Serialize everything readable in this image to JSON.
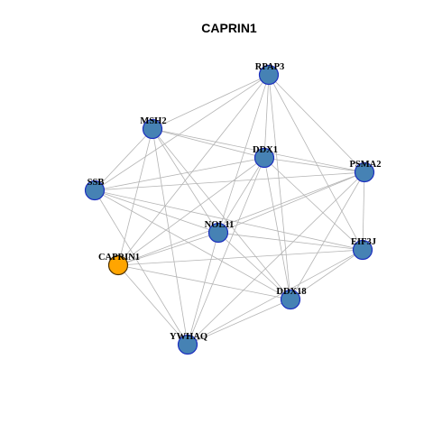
{
  "title": "CAPRIN1",
  "colors": {
    "node_fill": "#4682B4",
    "node_stroke": "#1C2FBF",
    "focus_fill": "#FFA500",
    "focus_stroke": "#4D3200",
    "edge": "#B4B4B4"
  },
  "nodes": [
    {
      "id": "RPAP3",
      "label": "RPAP3",
      "focus": false
    },
    {
      "id": "MSH2",
      "label": "MSH2",
      "focus": false
    },
    {
      "id": "DDX1",
      "label": "DDX1",
      "focus": false
    },
    {
      "id": "PSMA2",
      "label": "PSMA2",
      "focus": false
    },
    {
      "id": "SSB",
      "label": "SSB",
      "focus": false
    },
    {
      "id": "NOL11",
      "label": "NOL11",
      "focus": false
    },
    {
      "id": "EIF3J",
      "label": "EIF3J",
      "focus": false
    },
    {
      "id": "CAPRIN1",
      "label": "CAPRIN1",
      "focus": true
    },
    {
      "id": "DDX18",
      "label": "DDX18",
      "focus": false
    },
    {
      "id": "YWHAQ",
      "label": "YWHAQ",
      "focus": false
    }
  ],
  "edges": [
    [
      "RPAP3",
      "MSH2"
    ],
    [
      "RPAP3",
      "SSB"
    ],
    [
      "RPAP3",
      "DDX1"
    ],
    [
      "RPAP3",
      "PSMA2"
    ],
    [
      "RPAP3",
      "NOL11"
    ],
    [
      "RPAP3",
      "EIF3J"
    ],
    [
      "RPAP3",
      "DDX18"
    ],
    [
      "RPAP3",
      "CAPRIN1"
    ],
    [
      "MSH2",
      "DDX1"
    ],
    [
      "MSH2",
      "SSB"
    ],
    [
      "MSH2",
      "NOL11"
    ],
    [
      "MSH2",
      "DDX18"
    ],
    [
      "MSH2",
      "YWHAQ"
    ],
    [
      "MSH2",
      "CAPRIN1"
    ],
    [
      "MSH2",
      "PSMA2"
    ],
    [
      "DDX1",
      "PSMA2"
    ],
    [
      "DDX1",
      "SSB"
    ],
    [
      "DDX1",
      "NOL11"
    ],
    [
      "DDX1",
      "EIF3J"
    ],
    [
      "DDX1",
      "DDX18"
    ],
    [
      "DDX1",
      "YWHAQ"
    ],
    [
      "DDX1",
      "CAPRIN1"
    ],
    [
      "PSMA2",
      "SSB"
    ],
    [
      "PSMA2",
      "NOL11"
    ],
    [
      "PSMA2",
      "EIF3J"
    ],
    [
      "PSMA2",
      "DDX18"
    ],
    [
      "PSMA2",
      "YWHAQ"
    ],
    [
      "PSMA2",
      "CAPRIN1"
    ],
    [
      "SSB",
      "NOL11"
    ],
    [
      "SSB",
      "EIF3J"
    ],
    [
      "SSB",
      "DDX18"
    ],
    [
      "SSB",
      "YWHAQ"
    ],
    [
      "NOL11",
      "EIF3J"
    ],
    [
      "NOL11",
      "DDX18"
    ],
    [
      "NOL11",
      "YWHAQ"
    ],
    [
      "NOL11",
      "CAPRIN1"
    ],
    [
      "EIF3J",
      "DDX18"
    ],
    [
      "EIF3J",
      "YWHAQ"
    ],
    [
      "EIF3J",
      "CAPRIN1"
    ],
    [
      "CAPRIN1",
      "DDX18"
    ],
    [
      "CAPRIN1",
      "YWHAQ"
    ],
    [
      "DDX18",
      "YWHAQ"
    ]
  ]
}
